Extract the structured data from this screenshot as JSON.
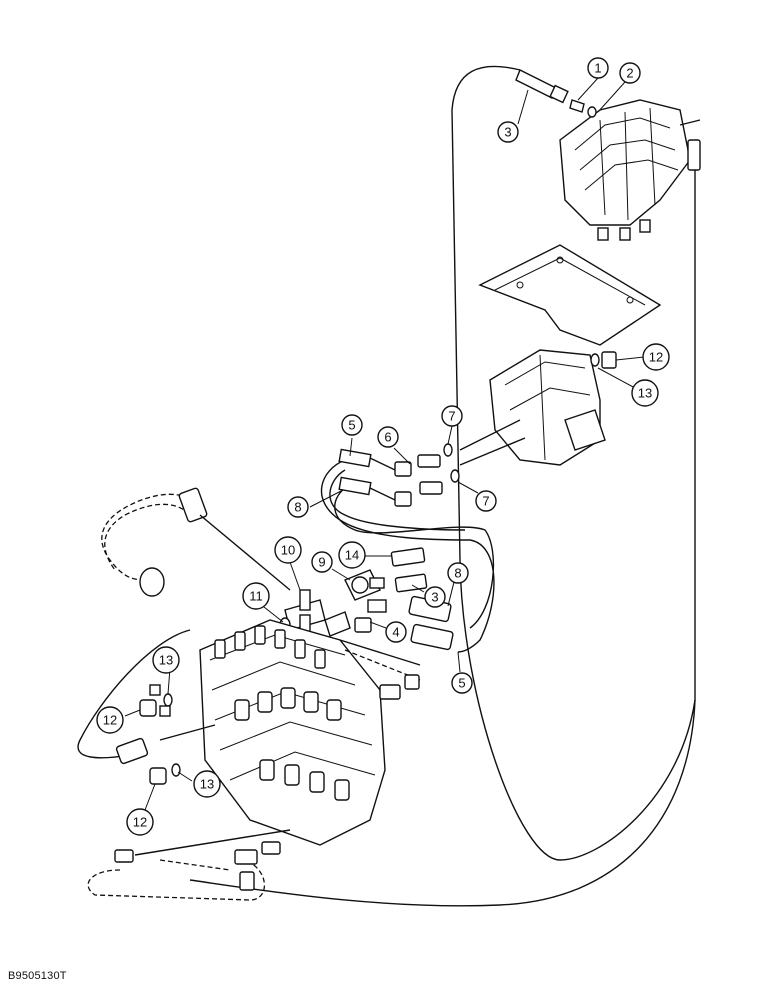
{
  "drawing_code": "B9505130T",
  "callouts": [
    {
      "label": "1"
    },
    {
      "label": "2"
    },
    {
      "label": "3"
    },
    {
      "label": "12"
    },
    {
      "label": "13"
    },
    {
      "label": "5"
    },
    {
      "label": "7"
    },
    {
      "label": "6"
    },
    {
      "label": "8"
    },
    {
      "label": "7"
    },
    {
      "label": "10"
    },
    {
      "label": "14"
    },
    {
      "label": "9"
    },
    {
      "label": "3"
    },
    {
      "label": "8"
    },
    {
      "label": "11"
    },
    {
      "label": "4"
    },
    {
      "label": "5"
    },
    {
      "label": "13"
    },
    {
      "label": "12"
    },
    {
      "label": "13"
    },
    {
      "label": "12"
    }
  ]
}
